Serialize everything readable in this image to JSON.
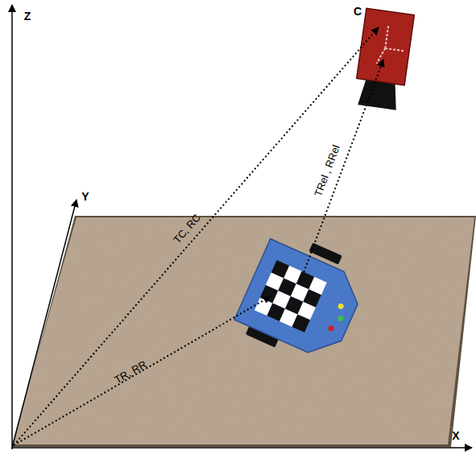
{
  "diagram": {
    "labels": [
      "Z",
      "C",
      "Y",
      "TC, RC",
      "TRel , RRel",
      "TR, RR",
      "X"
    ]
  }
}
